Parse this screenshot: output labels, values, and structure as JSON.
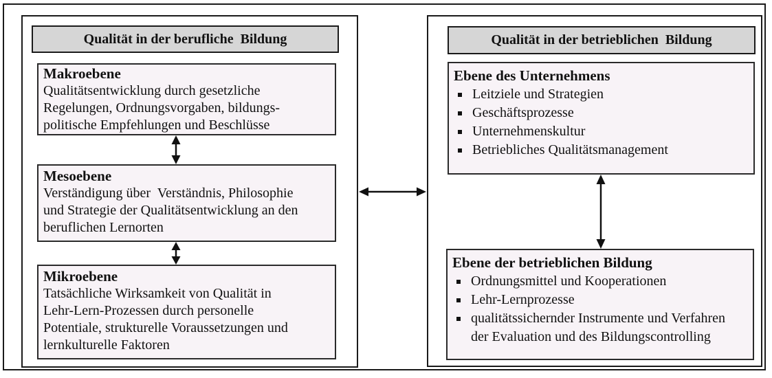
{
  "colors": {
    "header_fill": "#d6d6d6",
    "box_fill": "#f8f3f7",
    "border": "#1a1a1a",
    "background": "#ffffff",
    "text": "#111111"
  },
  "left_panel": {
    "header": "Qualität in der berufliche  Bildung",
    "boxes": [
      {
        "title": "Makroebene",
        "lines": [
          "Qualitätsentwicklung durch gesetzliche",
          "Regelungen, Ordnungsvorgaben, bildungs-",
          "politische Empfehlungen und Beschlüsse"
        ]
      },
      {
        "title": "Mesoebene",
        "lines": [
          "Verständigung über  Verständnis, Philosophie",
          "und Strategie der Qualitätsentwicklung an den",
          "beruflichen Lernorten"
        ]
      },
      {
        "title": "Mikroebene",
        "lines": [
          "Tatsächliche Wirksamkeit von Qualität in",
          "Lehr-Lern-Prozessen durch personelle",
          "Potentiale, strukturelle Voraussetzungen und",
          "lernkulturelle Faktoren"
        ]
      }
    ]
  },
  "right_panel": {
    "header": "Qualität in der betrieblichen  Bildung",
    "boxes": [
      {
        "title": "Ebene des Unternehmens",
        "bullets": [
          "Leitziele und Strategien",
          "Geschäftsprozesse",
          "Unternehmenskultur",
          "Betriebliches Qualitätsmanagement"
        ]
      },
      {
        "title": "Ebene der betrieblichen Bildung",
        "bullets": [
          "Ordnungsmittel und Kooperationen",
          "Lehr-Lernprozesse",
          [
            "qualitätssichernder Instrumente und Verfahren",
            "der Evaluation und des Bildungscontrolling"
          ]
        ]
      }
    ]
  },
  "connectors": {
    "makro_meso": {
      "type": "double-headed-arrow",
      "orientation": "vertical"
    },
    "meso_mikro": {
      "type": "double-headed-arrow",
      "orientation": "vertical"
    },
    "unternehmen_bildung": {
      "type": "double-headed-arrow",
      "orientation": "vertical"
    },
    "left_right_panels": {
      "type": "double-headed-arrow",
      "orientation": "horizontal"
    }
  }
}
